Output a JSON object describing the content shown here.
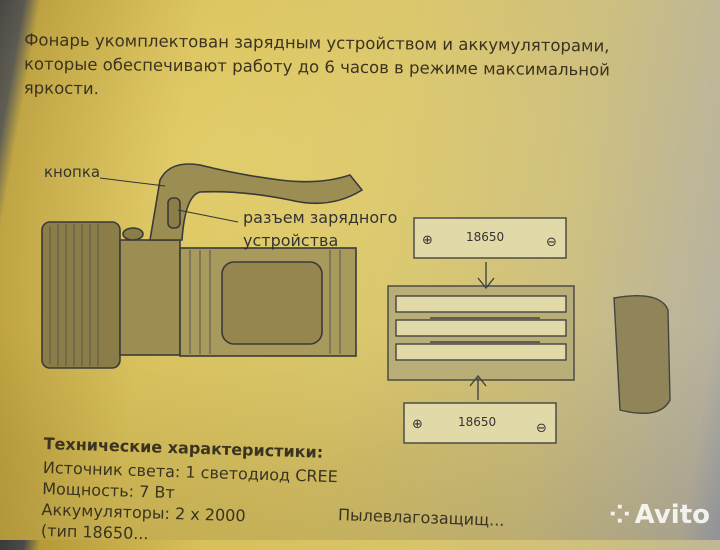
{
  "intro": [
    "Фонарь укомплектован зарядным устройством и аккумуляторами,",
    "которые обеспечивают работу до 6 часов в режиме максимальной",
    "яркости."
  ],
  "labels": {
    "button": "кнопка",
    "charger_socket_1": "разъем зарядного",
    "charger_socket_2": "устройства"
  },
  "battery_label": "18650",
  "specs": {
    "title": "Технические характеристики:",
    "lines": [
      "Источник света: 1 светодиод CREE",
      "Мощность: 7 Вт",
      "Аккумуляторы: 2 х 2000",
      "(тип 18650..."
    ],
    "right": "Пылевлагозащищ..."
  },
  "watermark": "Avito"
}
